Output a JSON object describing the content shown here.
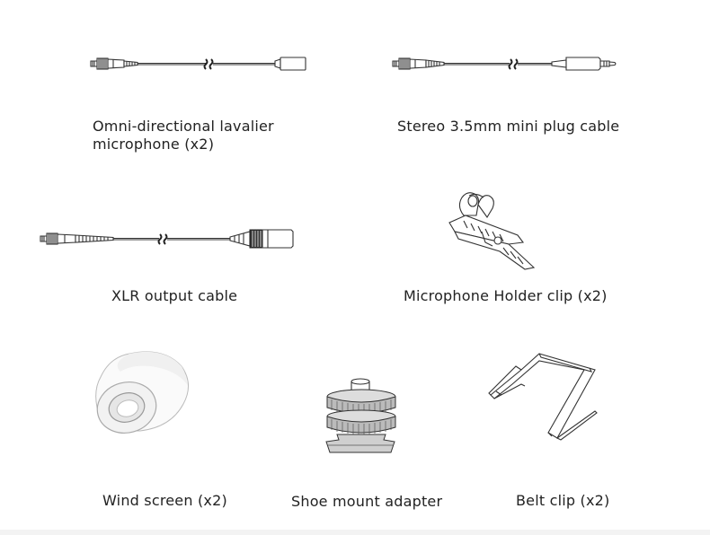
{
  "items": {
    "lavalier": {
      "label_line1": "Omni-directional lavalier",
      "label_line2": "microphone (x2)"
    },
    "stereo_cable": {
      "label": "Stereo 3.5mm mini plug cable"
    },
    "xlr_cable": {
      "label": "XLR output cable"
    },
    "holder_clip": {
      "label": "Microphone Holder clip (x2)"
    },
    "wind_screen": {
      "label": "Wind screen (x2)"
    },
    "shoe_mount": {
      "label": "Shoe mount adapter"
    },
    "belt_clip": {
      "label": "Belt clip (x2)"
    }
  }
}
